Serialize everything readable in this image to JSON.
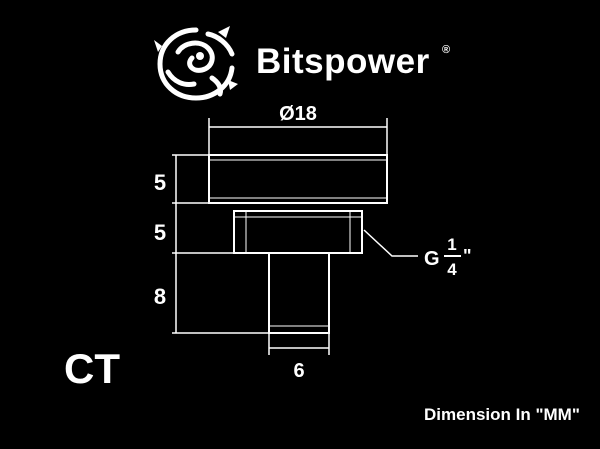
{
  "brand": {
    "name": "Bitspower",
    "registered_mark": "®",
    "logo_icon": "dragon-emblem-icon"
  },
  "model_code": "CT",
  "units_note": "Dimension In \"MM\"",
  "dimensions": {
    "top_diameter": "Ø18",
    "cap_height": "5",
    "hex_height": "5",
    "stem_length": "8",
    "stem_diameter": "6",
    "thread_prefix": "G",
    "thread_numerator": "1",
    "thread_denominator": "4",
    "thread_suffix": "\""
  },
  "colors": {
    "background": "#000000",
    "lines": "#ffffff",
    "part_fill": "#000000"
  }
}
